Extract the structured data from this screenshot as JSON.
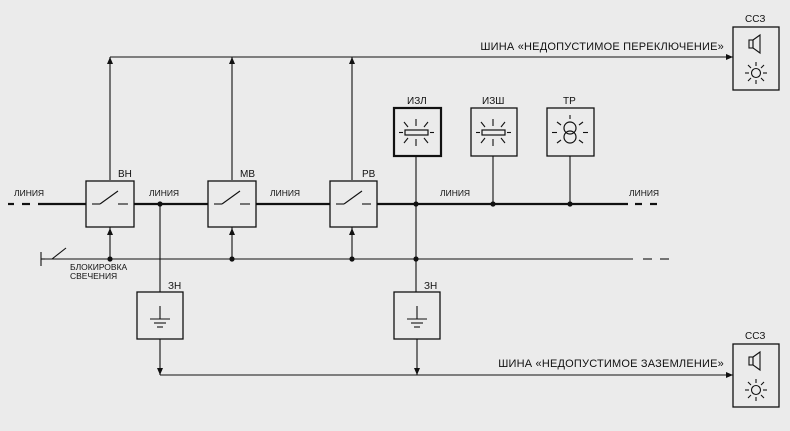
{
  "labels": {
    "line_left": "ЛИНИЯ",
    "line_1": "ЛИНИЯ",
    "line_2": "ЛИНИЯ",
    "line_3": "ЛИНИЯ",
    "line_right": "ЛИНИЯ",
    "vn": "ВН",
    "mv": "МВ",
    "rv": "РВ",
    "izl": "ИЗЛ",
    "izsh": "ИЗШ",
    "tr": "ТР",
    "zn_1": "ЗН",
    "zn_2": "ЗН",
    "ssz_top": "ССЗ",
    "ssz_bottom": "ССЗ",
    "bus_switch": "ШИНА «НЕДОПУСТИМОЕ ПЕРЕКЛЮЧЕНИЕ»",
    "bus_ground": "ШИНА «НЕДОПУСТИМОЕ ЗАЗЕМЛЕНИЕ»",
    "block_line1": "БЛОКИРОВКА",
    "block_line2": "СВЕЧЕНИЯ"
  },
  "icons": [
    "switch-icon",
    "ground-icon",
    "speaker-icon",
    "lamp-icon",
    "emitter-icon",
    "transformer-icon",
    "button-switch-icon"
  ]
}
